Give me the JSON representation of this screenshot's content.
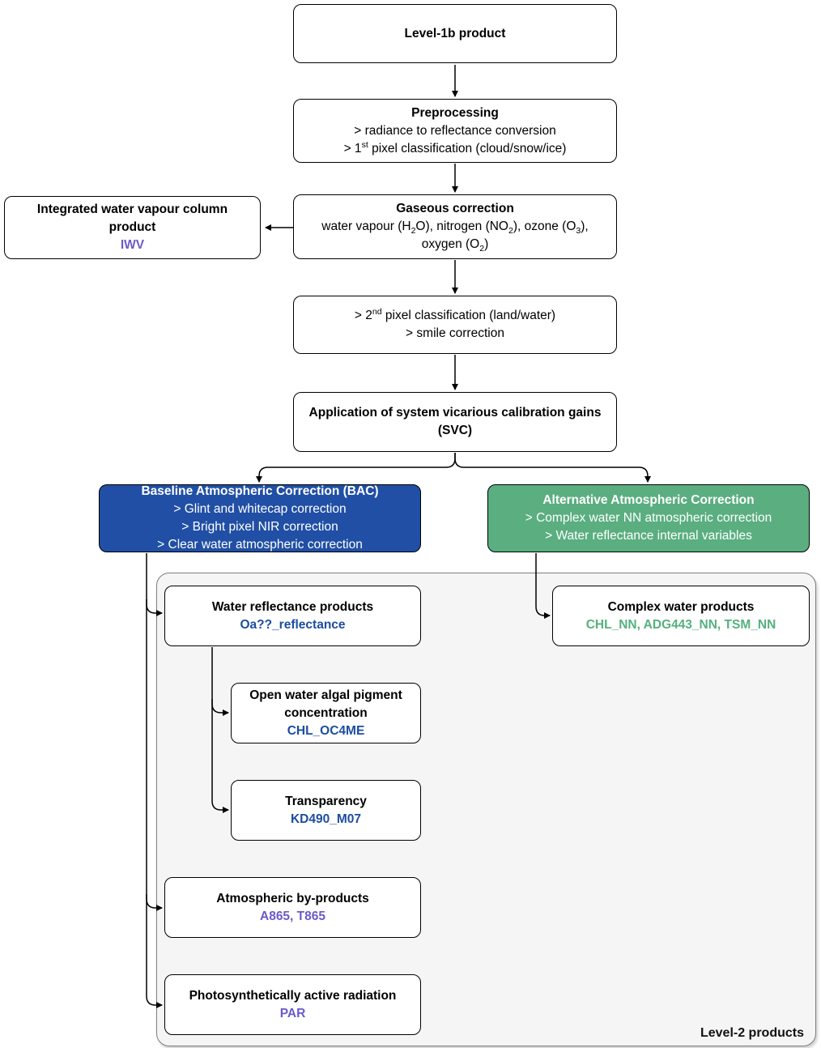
{
  "colors": {
    "box_blue": "#204FA5",
    "box_green": "#5AAE80",
    "text_purple": "#6A5BC8",
    "text_blue": "#1C4DA1",
    "text_green": "#55B07E",
    "box_border": "#000000",
    "container_border": "#7D7D7D",
    "container_fill": "#F5F5F6"
  },
  "container_label": "Level-2 products",
  "boxes": [
    {
      "id": "level1b",
      "lines": [
        {
          "text": "Level-1b product",
          "bold": true
        }
      ]
    },
    {
      "id": "preprocessing",
      "lines": [
        {
          "text": "Preprocessing",
          "bold": true
        },
        {
          "text": "> radiance to reflectance conversion"
        },
        {
          "parts": [
            {
              "t": "> 1"
            },
            {
              "t": "st",
              "sup": true
            },
            {
              "t": " pixel classification (cloud/snow/ice)"
            }
          ]
        }
      ]
    },
    {
      "id": "iwv",
      "lines": [
        {
          "text": "Integrated water vapour column product",
          "bold": true
        },
        {
          "text": "IWV",
          "bold": true,
          "color": "text_purple"
        }
      ]
    },
    {
      "id": "gaseous",
      "lines": [
        {
          "text": "Gaseous correction",
          "bold": true
        },
        {
          "parts": [
            {
              "t": "water vapour (H"
            },
            {
              "t": "2",
              "sub": true
            },
            {
              "t": "O), nitrogen (NO"
            },
            {
              "t": "2",
              "sub": true
            },
            {
              "t": "), ozone (O"
            },
            {
              "t": "3",
              "sub": true
            },
            {
              "t": "),"
            }
          ]
        },
        {
          "parts": [
            {
              "t": "oxygen (O"
            },
            {
              "t": "2",
              "sub": true
            },
            {
              "t": ")"
            }
          ]
        }
      ]
    },
    {
      "id": "classification2",
      "lines": [
        {
          "parts": [
            {
              "t": "> 2"
            },
            {
              "t": "nd",
              "sup": true
            },
            {
              "t": " pixel classification (land/water)"
            }
          ]
        },
        {
          "text": "> smile correction"
        }
      ]
    },
    {
      "id": "svc",
      "lines": [
        {
          "text": "Application of system vicarious calibration gains (SVC)",
          "bold": true
        }
      ]
    },
    {
      "id": "bac",
      "fill": "box_blue",
      "lines": [
        {
          "text": "Baseline Atmospheric Correction (BAC)",
          "bold": true
        },
        {
          "text": "> Glint and whitecap correction"
        },
        {
          "text": "> Bright pixel NIR correction"
        },
        {
          "text": "> Clear water atmospheric correction"
        }
      ]
    },
    {
      "id": "alt",
      "fill": "box_green",
      "lines": [
        {
          "text": "Alternative Atmospheric Correction",
          "bold": true
        },
        {
          "text": "> Complex water NN atmospheric correction"
        },
        {
          "text": "> Water reflectance internal variables"
        }
      ]
    },
    {
      "id": "water_reflectance",
      "lines": [
        {
          "text": "Water reflectance products",
          "bold": true
        },
        {
          "text": "Oa??_reflectance",
          "bold": true,
          "color": "text_blue"
        }
      ]
    },
    {
      "id": "complex_water",
      "lines": [
        {
          "text": "Complex water products",
          "bold": true
        },
        {
          "text": "CHL_NN, ADG443_NN, TSM_NN",
          "bold": true,
          "color": "text_green"
        }
      ]
    },
    {
      "id": "open_water",
      "lines": [
        {
          "text": "Open water algal pigment concentration",
          "bold": true
        },
        {
          "text": "CHL_OC4ME",
          "bold": true,
          "color": "text_blue"
        }
      ]
    },
    {
      "id": "transparency",
      "lines": [
        {
          "text": "Transparency",
          "bold": true
        },
        {
          "text": "KD490_M07",
          "bold": true,
          "color": "text_blue"
        }
      ]
    },
    {
      "id": "atmospheric_byproducts",
      "lines": [
        {
          "text": "Atmospheric by-products",
          "bold": true
        },
        {
          "text": "A865, T865",
          "bold": true,
          "color": "text_purple"
        }
      ]
    },
    {
      "id": "par",
      "lines": [
        {
          "text": "Photosynthetically active radiation",
          "bold": true
        },
        {
          "text": "PAR",
          "bold": true,
          "color": "text_purple"
        }
      ]
    }
  ]
}
